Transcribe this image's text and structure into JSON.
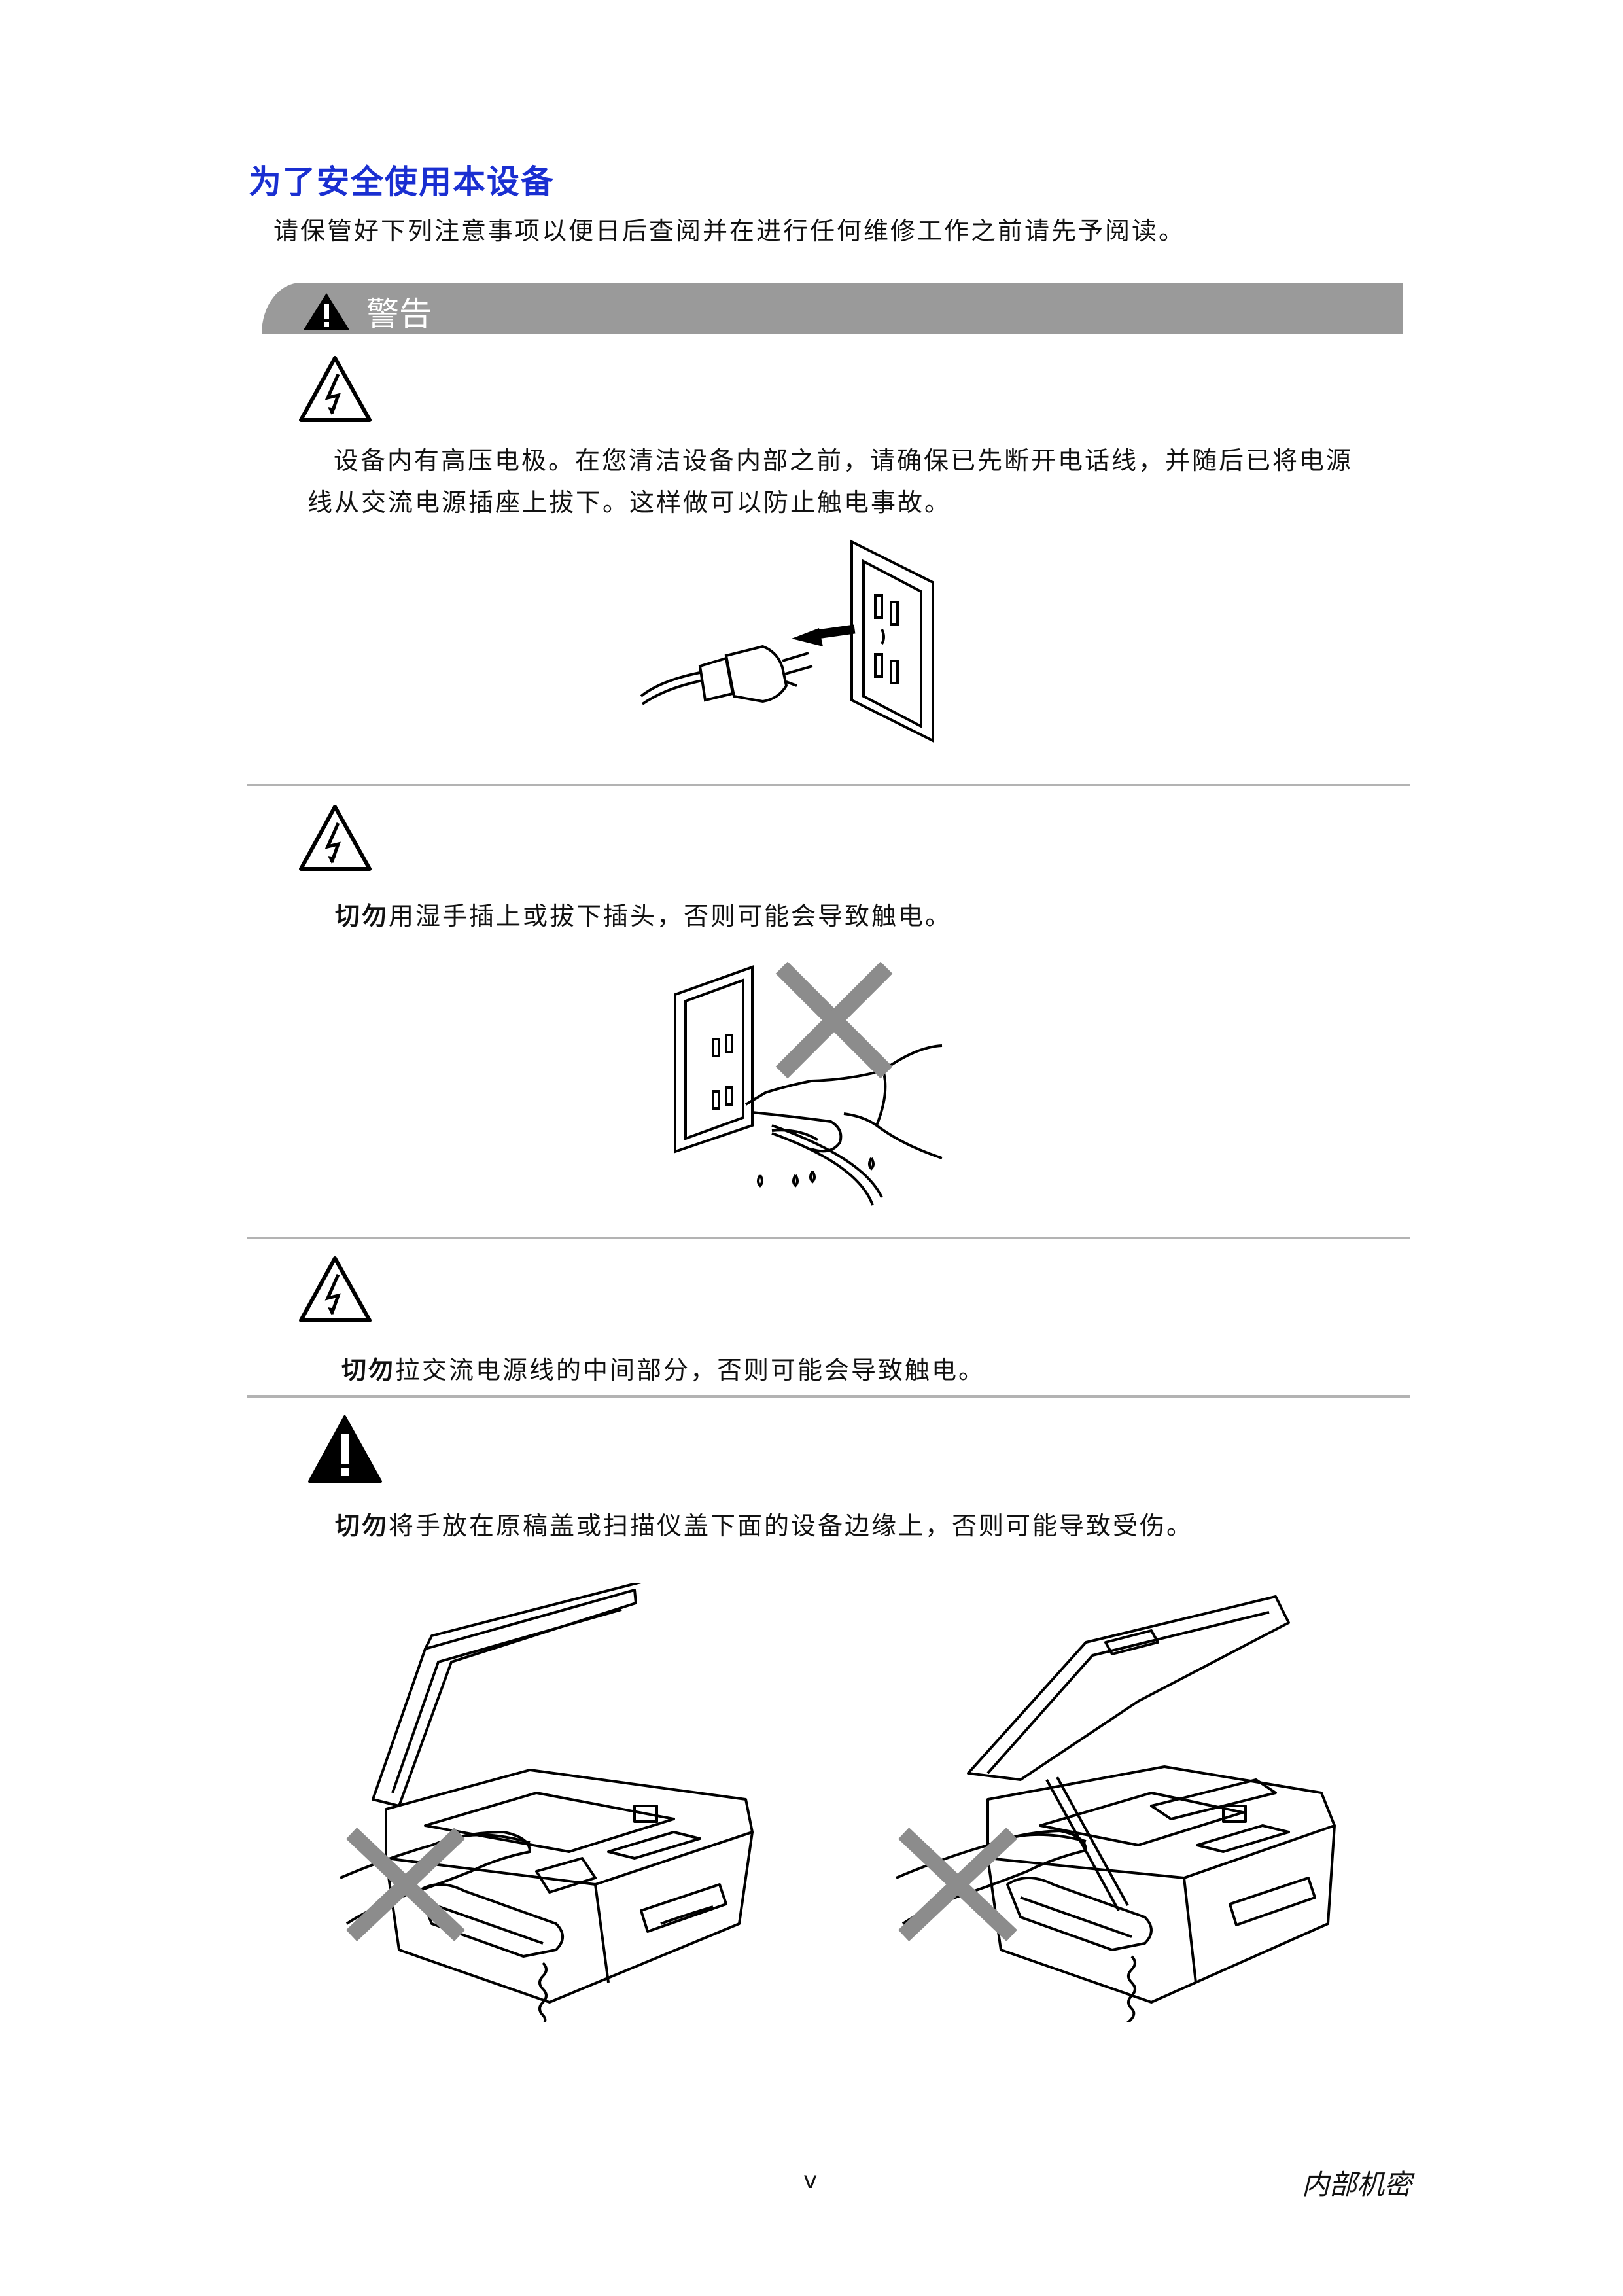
{
  "title": "为了安全使用本设备",
  "intro": "请保管好下列注意事项以便日后查阅并在进行任何维修工作之前请先予阅读。",
  "warning_bar": {
    "label": "警告",
    "icon": "warning-triangle-icon"
  },
  "items": [
    {
      "icon": "electric-shock-icon",
      "lines": [
        "设备内有高压电极。在您清洁设备内部之前，请确保已先断开电话线，并随后已将电源",
        "线从交流电源插座上拔下。这样做可以防止触电事故。"
      ]
    },
    {
      "icon": "electric-shock-icon",
      "bold": "切勿",
      "text": "用湿手插上或拔下插头，否则可能会导致触电。"
    },
    {
      "icon": "electric-shock-icon",
      "bold": "切勿",
      "text": "拉交流电源线的中间部分，否则可能会导致触电。"
    },
    {
      "icon": "caution-exclamation-icon",
      "bold": "切勿",
      "text": "将手放在原稿盖或扫描仪盖下面的设备边缘上，否则可能导致受伤。"
    }
  ],
  "footer": {
    "page": "v",
    "confidential": "内部机密"
  }
}
